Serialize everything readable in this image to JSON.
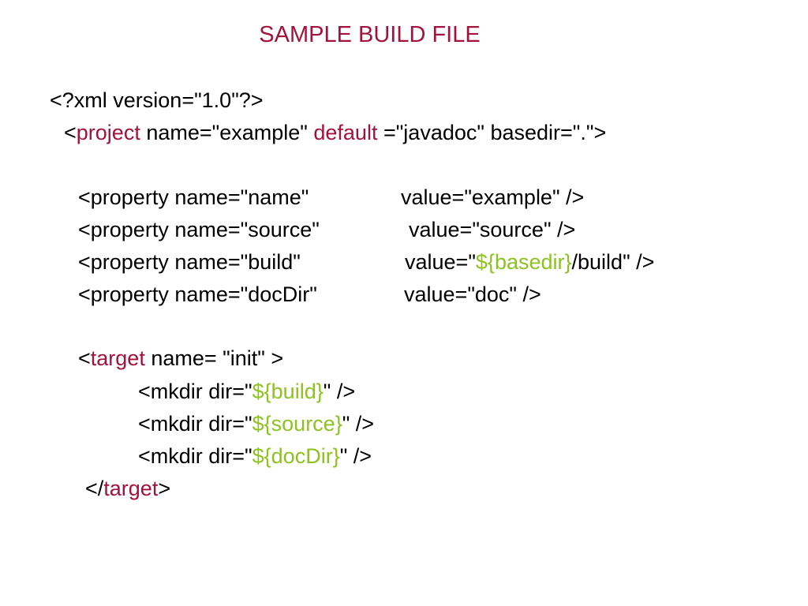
{
  "title": "SAMPLE BUILD FILE",
  "colors": {
    "keyword": "#a3123b",
    "variable": "#8dc21f",
    "text": "#000000"
  },
  "code": {
    "xml_decl": "<?xml version=\"1.0\"?>",
    "project": {
      "open": "<",
      "tag": "project",
      "attr1": " name=\"example\" ",
      "default_kw": "default",
      "attr2": " =\"javadoc\" basedir=\".\">"
    },
    "properties": [
      {
        "name_part": "<property name=\"name\"",
        "value_part": "value=\"example\" />"
      },
      {
        "name_part": "<property name=\"source\"",
        "value_part": "value=\"source\" />"
      },
      {
        "name_part": "<property name=\"build\"",
        "value_prefix": "value=\"",
        "value_var": "${basedir}",
        "value_suffix": "/build\" />"
      },
      {
        "name_part": "<property name=\"docDir\"",
        "value_part": "value=\"doc\" />"
      }
    ],
    "target": {
      "open": "<",
      "tag": "target",
      "rest": " name= \"init\" >"
    },
    "mkdirs": [
      {
        "prefix": "<mkdir dir=\"",
        "var": "${build}",
        "suffix": "\" />"
      },
      {
        "prefix": "<mkdir dir=\"",
        "var": "${source}",
        "suffix": "\" />"
      },
      {
        "prefix": "<mkdir dir=\"",
        "var": "${docDir}",
        "suffix": "\" />"
      }
    ],
    "target_close": {
      "open": "</",
      "tag": "target",
      "close": ">"
    }
  }
}
